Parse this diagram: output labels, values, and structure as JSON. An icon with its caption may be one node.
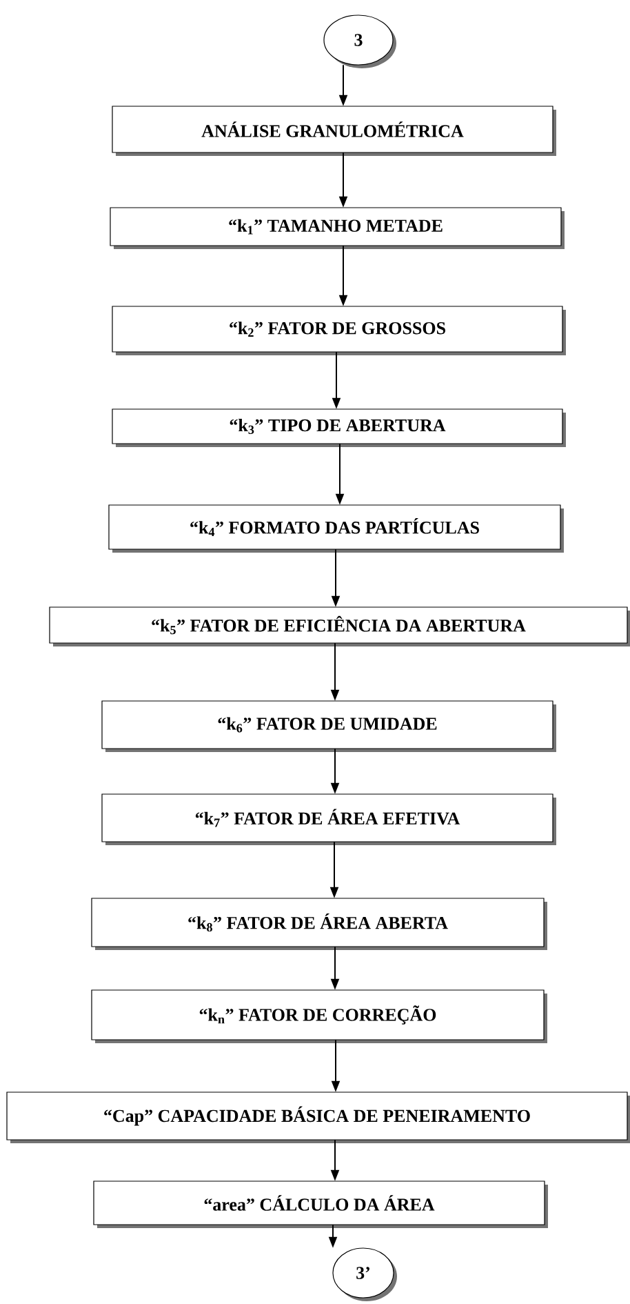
{
  "diagram": {
    "nodes": [
      {
        "text": [
          "3"
        ]
      },
      {
        "text": [
          "ANÁLISE  GRANULOMÉTRICA"
        ]
      },
      {
        "text": [
          "“k$_{1}$” TAMANHO METADE"
        ]
      },
      {
        "text": [
          "“k$_{2}$” FATOR DE GROSSOS"
        ]
      },
      {
        "text": [
          "“k$_{3}$” TIPO DE ABERTURA"
        ]
      },
      {
        "text": [
          "“k$_{4}$” FORMATO DAS PARTÍCULAS"
        ]
      },
      {
        "text": [
          "“k$_{5}$” FATOR DE EFICIÊNCIA DA ABERTURA"
        ]
      },
      {
        "text": [
          "“k$_{6}$” FATOR DE UMIDADE"
        ]
      },
      {
        "text": [
          "“k$_{7}$” FATOR DE ÁREA EFETIVA"
        ]
      },
      {
        "text": [
          "“k$_{8}$” FATOR DE ÁREA ABERTA"
        ]
      },
      {
        "text": [
          "“k$_{n}$” FATOR DE CORREÇÃO"
        ]
      },
      {
        "text": [
          "“Cap” CAPACIDADE BÁSICA DE PENEIRAMENTO"
        ]
      },
      {
        "text": [
          "“area” CÁLCULO DA ÁREA"
        ]
      },
      {
        "text": [
          "3’"
        ]
      }
    ],
    "edges": [
      {
        "from": 0,
        "to": 1,
        "arrow": "to"
      },
      {
        "from": 1,
        "to": 2,
        "arrow": "to"
      },
      {
        "from": 2,
        "to": 3,
        "arrow": "to"
      },
      {
        "from": 3,
        "to": 4,
        "arrow": "to"
      },
      {
        "from": 4,
        "to": 5,
        "arrow": "to"
      },
      {
        "from": 5,
        "to": 6,
        "arrow": "to"
      },
      {
        "from": 6,
        "to": 7,
        "arrow": "to"
      },
      {
        "from": 7,
        "to": 8,
        "arrow": "to"
      },
      {
        "from": 8,
        "to": 9,
        "arrow": "to"
      },
      {
        "from": 9,
        "to": 10,
        "arrow": "to"
      },
      {
        "from": 10,
        "to": 11,
        "arrow": "to"
      },
      {
        "from": 11,
        "to": 12,
        "arrow": "to"
      },
      {
        "from": 12,
        "to": 13,
        "arrow": "to"
      }
    ]
  }
}
